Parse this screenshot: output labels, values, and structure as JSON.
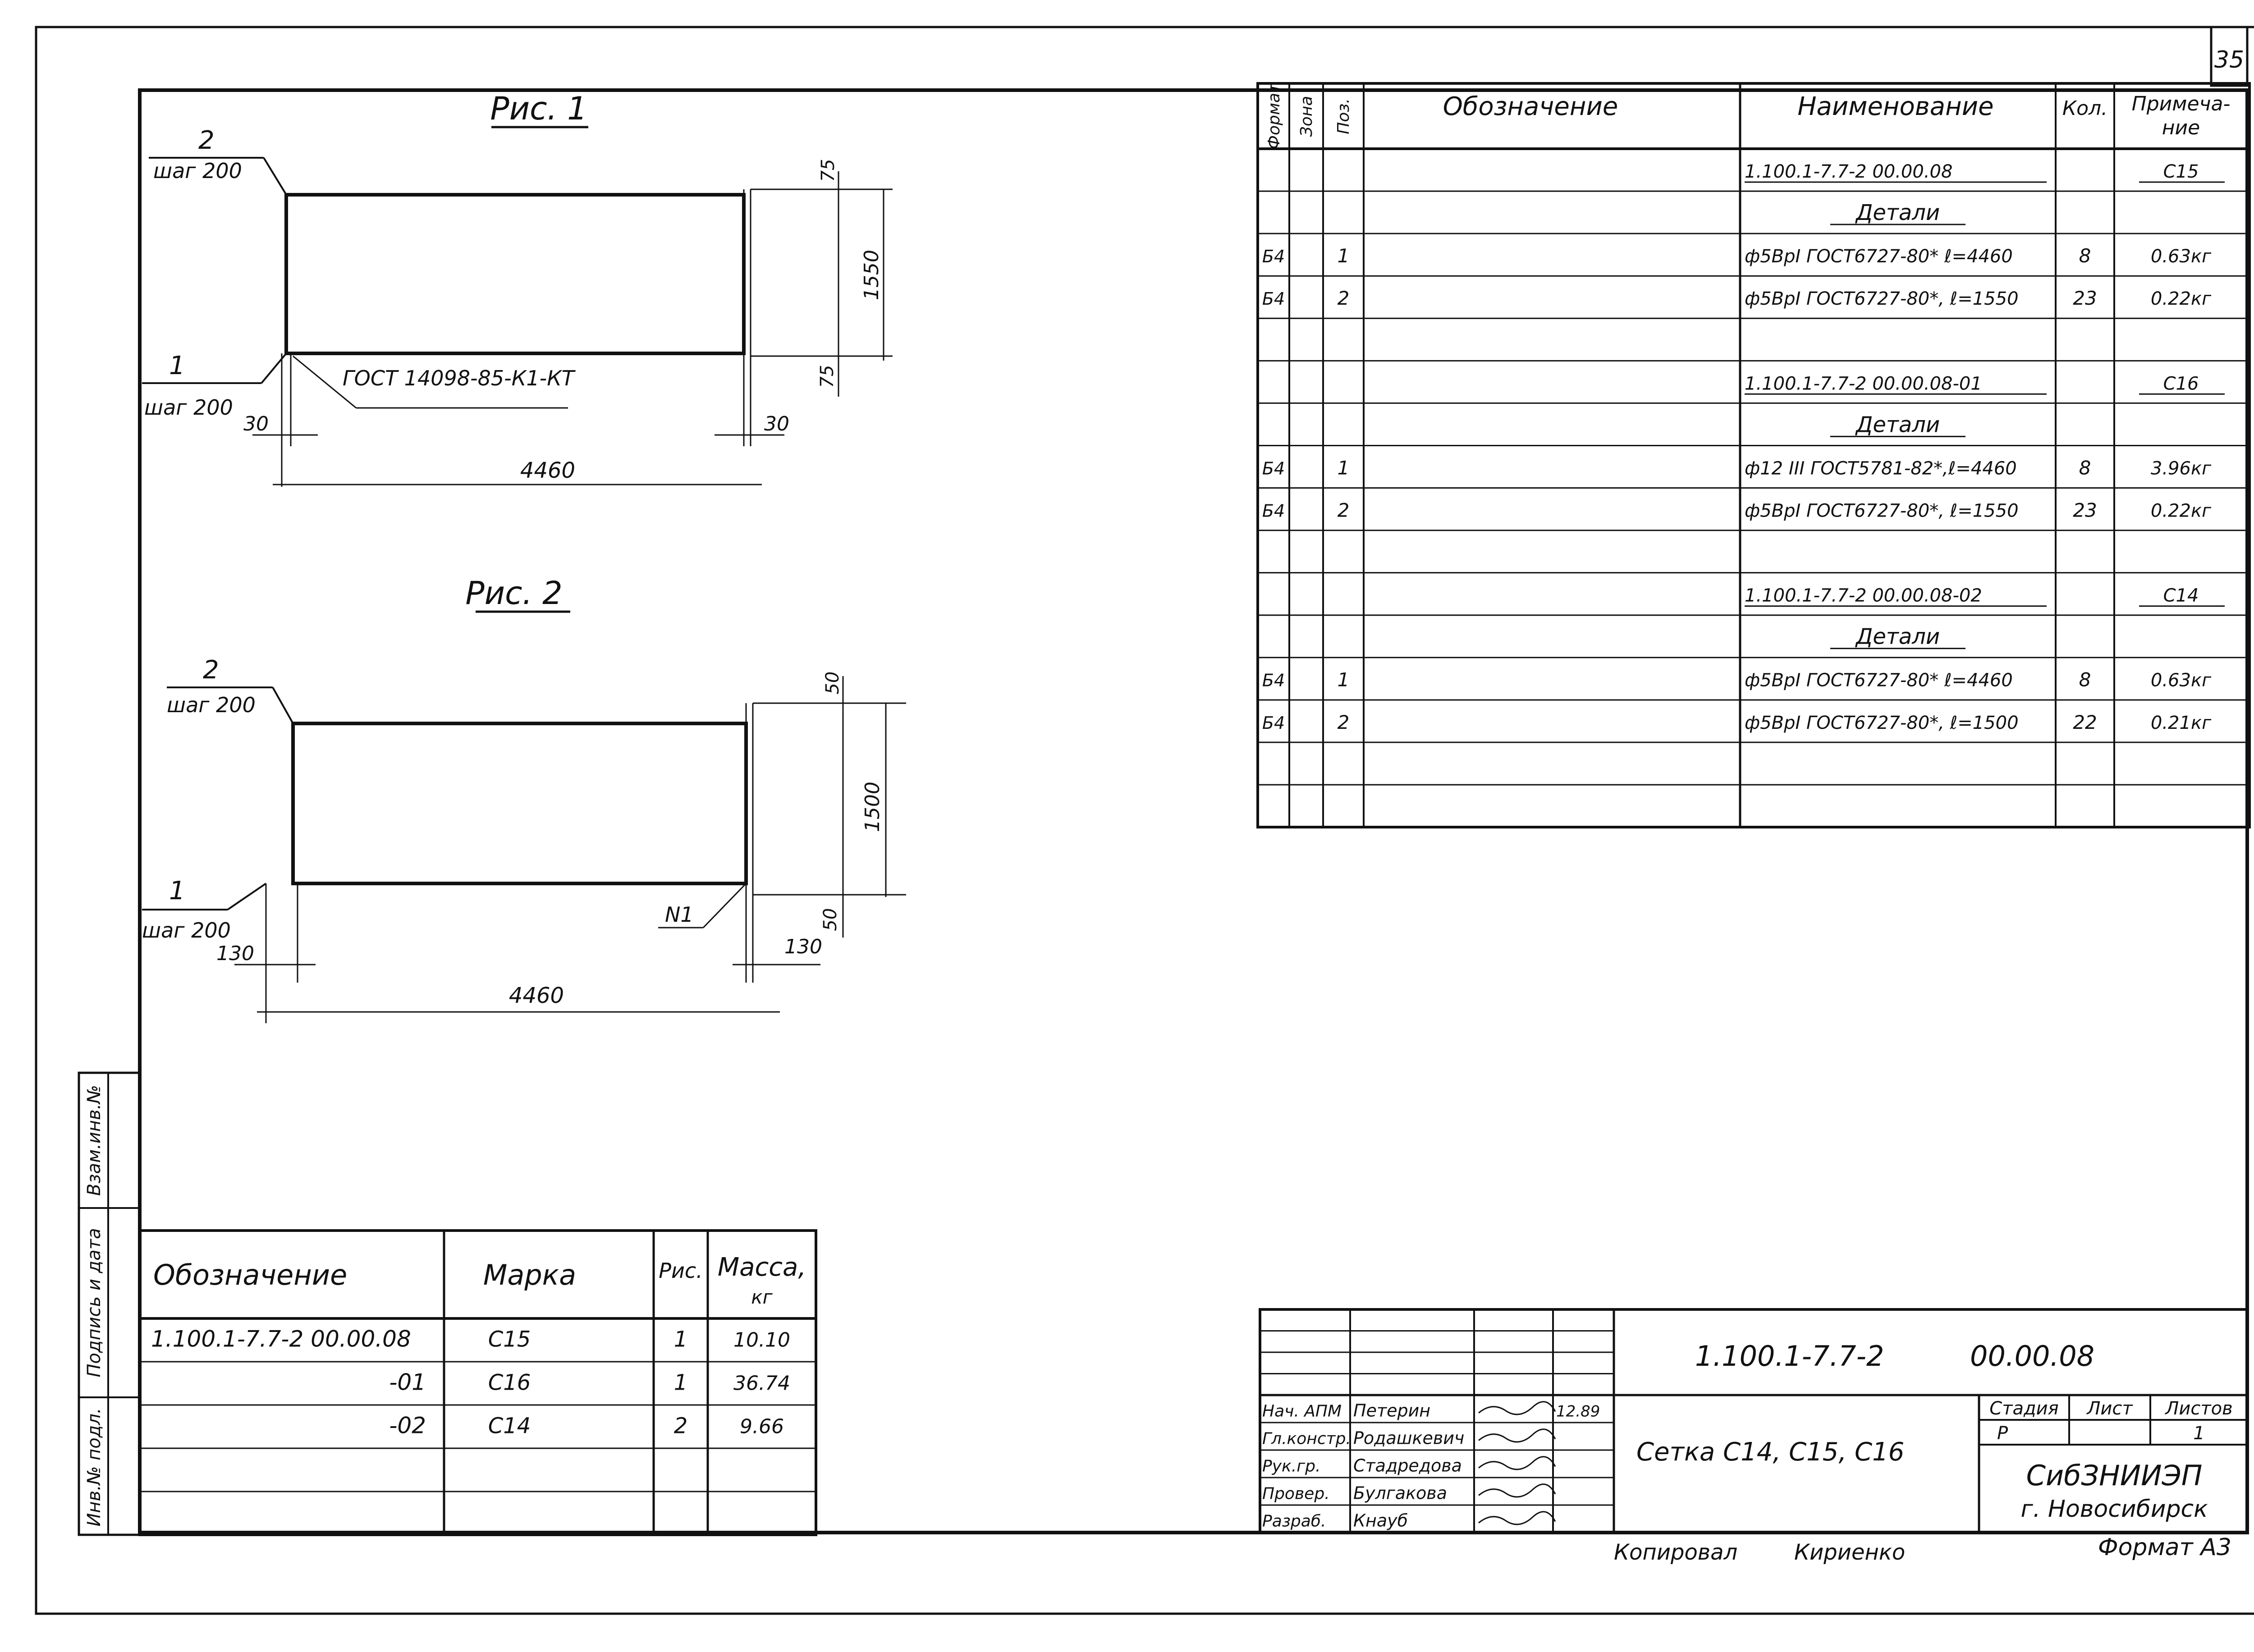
{
  "sheet_number": "35",
  "fig1": {
    "title": "Рис. 1",
    "callout_top_num": "2",
    "callout_top_step": "шаг 200",
    "callout_bot_num": "1",
    "callout_bot_step": "шаг 200",
    "weld_note": "ГОСТ 14098-85-К1-КТ",
    "dim_top": "75",
    "dim_height": "1550",
    "dim_bottom": "75",
    "dim_left": "30",
    "dim_right": "30",
    "dim_length": "4460"
  },
  "fig2": {
    "title": "Рис. 2",
    "callout_top_num": "2",
    "callout_top_step": "шаг 200",
    "callout_bot_num": "1",
    "callout_bot_step": "шаг 200",
    "weld_note": "N1",
    "dim_top": "50",
    "dim_height": "1500",
    "dim_bottom": "50",
    "dim_left": "130",
    "dim_right": "130",
    "dim_length": "4460"
  },
  "spec": {
    "headers": [
      "Формат",
      "Зона",
      "Поз.",
      "Обозначение",
      "Наименование",
      "Кол.",
      "Примеча-",
      "ние"
    ],
    "rows": [
      {
        "fmt": "",
        "zone": "",
        "pos": "",
        "designation": "",
        "name": "1.100.1-7.7-2   00.00.08",
        "qty": "",
        "note": "С15"
      },
      {
        "fmt": "",
        "zone": "",
        "pos": "",
        "designation": "",
        "name": "Детали",
        "qty": "",
        "note": ""
      },
      {
        "fmt": "Б4",
        "zone": "",
        "pos": "1",
        "designation": "",
        "name": "ф5ВрI ГОСТ6727-80* ℓ=4460",
        "qty": "8",
        "note": "0.63кг"
      },
      {
        "fmt": "Б4",
        "zone": "",
        "pos": "2",
        "designation": "",
        "name": "ф5ВрI ГОСТ6727-80*, ℓ=1550",
        "qty": "23",
        "note": "0.22кг"
      },
      {
        "fmt": "",
        "zone": "",
        "pos": "",
        "designation": "",
        "name": "",
        "qty": "",
        "note": ""
      },
      {
        "fmt": "",
        "zone": "",
        "pos": "",
        "designation": "",
        "name": "1.100.1-7.7-2   00.00.08-01",
        "qty": "",
        "note": "С16"
      },
      {
        "fmt": "",
        "zone": "",
        "pos": "",
        "designation": "",
        "name": "Детали",
        "qty": "",
        "note": ""
      },
      {
        "fmt": "Б4",
        "zone": "",
        "pos": "1",
        "designation": "",
        "name": "ф12 III ГОСТ5781-82*,ℓ=4460",
        "qty": "8",
        "note": "3.96кг"
      },
      {
        "fmt": "Б4",
        "zone": "",
        "pos": "2",
        "designation": "",
        "name": "ф5ВрI ГОСТ6727-80*, ℓ=1550",
        "qty": "23",
        "note": "0.22кг"
      },
      {
        "fmt": "",
        "zone": "",
        "pos": "",
        "designation": "",
        "name": "",
        "qty": "",
        "note": ""
      },
      {
        "fmt": "",
        "zone": "",
        "pos": "",
        "designation": "",
        "name": "1.100.1-7.7-2  00.00.08-02",
        "qty": "",
        "note": "С14"
      },
      {
        "fmt": "",
        "zone": "",
        "pos": "",
        "designation": "",
        "name": "Детали",
        "qty": "",
        "note": ""
      },
      {
        "fmt": "Б4",
        "zone": "",
        "pos": "1",
        "designation": "",
        "name": "ф5ВрI ГОСТ6727-80* ℓ=4460",
        "qty": "8",
        "note": "0.63кг"
      },
      {
        "fmt": "Б4",
        "zone": "",
        "pos": "2",
        "designation": "",
        "name": "ф5ВрI ГОСТ6727-80*, ℓ=1500",
        "qty": "22",
        "note": "0.21кг"
      },
      {
        "fmt": "",
        "zone": "",
        "pos": "",
        "designation": "",
        "name": "",
        "qty": "",
        "note": ""
      },
      {
        "fmt": "",
        "zone": "",
        "pos": "",
        "designation": "",
        "name": "",
        "qty": "",
        "note": ""
      }
    ]
  },
  "marks": {
    "headers": [
      "Обозначение",
      "Марка",
      "Рис.",
      "Масса,",
      "кг"
    ],
    "rows": [
      {
        "designation": "1.100.1-7.7-2   00.00.08",
        "mark": "С15",
        "fig": "1",
        "mass": "10.10"
      },
      {
        "designation": "-01",
        "mark": "С16",
        "fig": "1",
        "mass": "36.74"
      },
      {
        "designation": "-02",
        "mark": "С14",
        "fig": "2",
        "mass": "9.66"
      },
      {
        "designation": "",
        "mark": "",
        "fig": "",
        "mass": ""
      },
      {
        "designation": "",
        "mark": "",
        "fig": "",
        "mass": ""
      }
    ]
  },
  "side_stamp": [
    "Инв.№ подл.",
    "Подпись и дата",
    "Взам.инв.№"
  ],
  "title_block": {
    "doc_code": "1.100.1-7.7-2",
    "doc_code2": "00.00.08",
    "title": "Сетка  С14, С15, С16",
    "stage_label": "Стадия",
    "sheet_label": "Лист",
    "sheets_label": "Листов",
    "stage": "Р",
    "sheet": "",
    "sheets": "1",
    "org1": "СибЗНИИЭП",
    "org2": "г. Новосибирск",
    "people": [
      {
        "role": "Нач. АПМ",
        "name": "Петерин",
        "date": "12.89"
      },
      {
        "role": "Гл.констр.",
        "name": "Родашкевич",
        "date": ""
      },
      {
        "role": "Рук.гр.",
        "name": "Стадредова",
        "date": ""
      },
      {
        "role": "Провер.",
        "name": "Булгакова",
        "date": ""
      },
      {
        "role": "Разраб.",
        "name": "Кнауб",
        "date": ""
      }
    ]
  },
  "footer": {
    "copied_label": "Копировал",
    "copied_by": "Кириенко",
    "format": "Формат А3"
  }
}
